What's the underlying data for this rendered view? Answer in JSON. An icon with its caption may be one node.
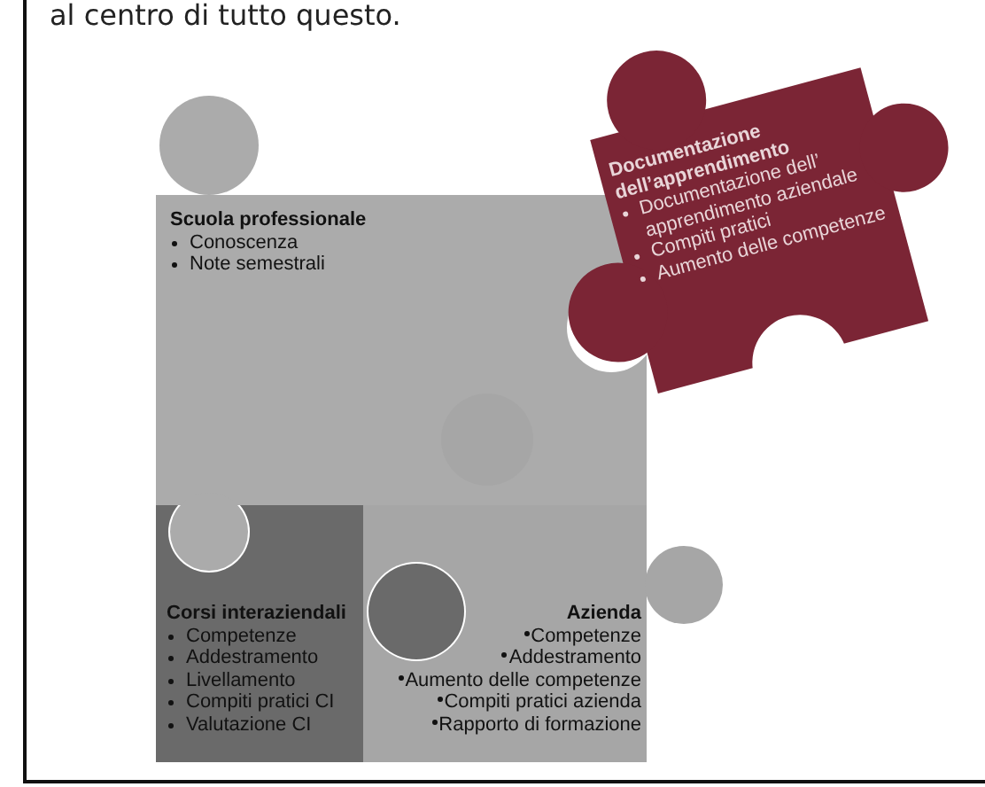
{
  "diagram": {
    "nodes": [
      {
        "text": [
          "Scuola professionale",
          "Conoscenza",
          "Note semestrali"
        ]
      },
      {
        "text": [
          "Corsi interaziendali",
          "Competenze",
          "Addestramento",
          "Livellamento",
          "Compiti pratici CI",
          "Valutazione CI"
        ]
      },
      {
        "text": [
          "Azienda",
          "Competenze",
          "Addestramento",
          "Aumento delle competenze",
          "Compiti pratici azienda",
          "Rapporto di formazione"
        ]
      },
      {
        "text": [
          "Documentazione dell’apprendimento",
          "Documentazione dell’ apprendimento aziendale",
          "Compiti pratici",
          "Aumento delle competenze"
        ]
      }
    ],
    "edges": [],
    "labels": [
      "al centro di tutto questo."
    ]
  }
}
